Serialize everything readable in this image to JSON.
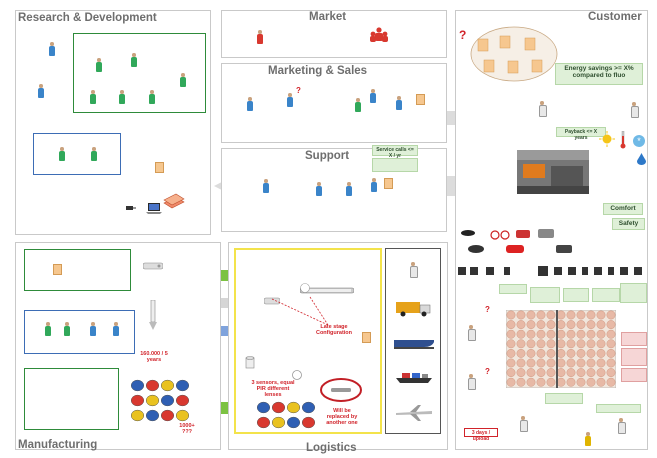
{
  "panels": {
    "research": "Research & Development",
    "market": "Market",
    "marketing": "Marketing & Sales",
    "support": "Support",
    "customer": "Customer",
    "manufacturing": "Manufacturing",
    "logistics": "Logistics"
  },
  "notes": {
    "energy": "Energy savings >= X% compared to fluo",
    "comfort": "Comfort",
    "safety": "Safety",
    "service_calls": "Service calls <= X / yr",
    "payback": "Payback <= X years",
    "units": "160.000 / 5 years",
    "late_stage": "Late stage Configuration",
    "replaced": "Will be replaced by another one",
    "sensors_note": "3 sensors, equal PIR different lenses",
    "thousand": "1000+ ???",
    "days": "3 days / upload",
    "question": "?"
  },
  "colors": {
    "green_arrow": "#7cc242",
    "blue_arrow": "#7fa3dc",
    "grey_arrow": "#dcdcdc",
    "box_green": "#2e8b3a",
    "box_blue": "#3d6db5",
    "box_yellow": "#f3e34b",
    "person_blue": "#3a84c9",
    "person_green": "#31a85a",
    "person_red": "#d8382f",
    "note_green": "#dff0d8",
    "red_text": "#d1232a",
    "title_grey": "#6e6e6e"
  }
}
